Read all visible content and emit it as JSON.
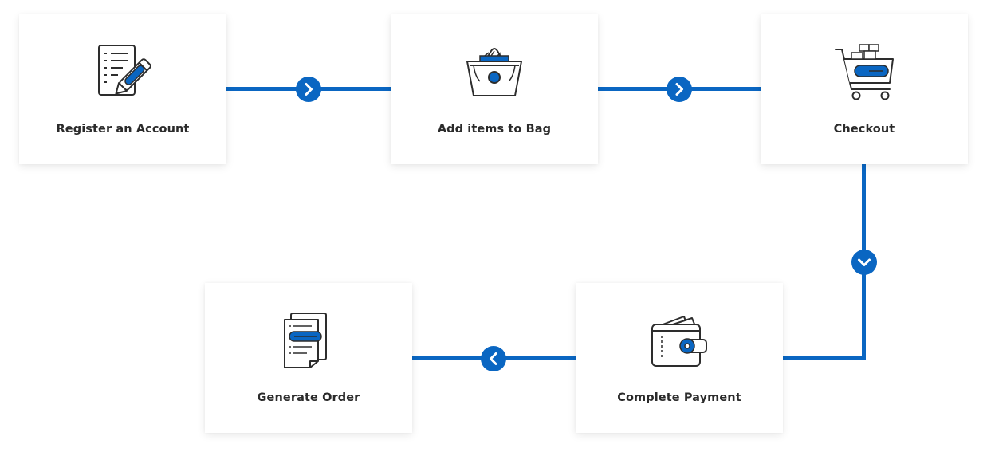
{
  "colors": {
    "accent": "#0a66c2",
    "stroke": "#2d2d2d",
    "card_background": "#ffffff"
  },
  "steps": [
    {
      "label": "Register an Account",
      "icon": "register-form-pencil-icon"
    },
    {
      "label": "Add items to Bag",
      "icon": "shopping-bag-icon"
    },
    {
      "label": "Checkout",
      "icon": "shopping-cart-icon"
    },
    {
      "label": "Complete Payment",
      "icon": "wallet-payment-icon"
    },
    {
      "label": "Generate Order",
      "icon": "order-document-icon"
    }
  ],
  "connectors": [
    {
      "from": "Register an Account",
      "to": "Add items to Bag",
      "arrow": "chevron-right-icon"
    },
    {
      "from": "Add items to Bag",
      "to": "Checkout",
      "arrow": "chevron-right-icon"
    },
    {
      "from": "Checkout",
      "to": "Complete Payment",
      "arrow": "chevron-down-icon"
    },
    {
      "from": "Complete Payment",
      "to": "Generate Order",
      "arrow": "chevron-left-icon"
    }
  ]
}
